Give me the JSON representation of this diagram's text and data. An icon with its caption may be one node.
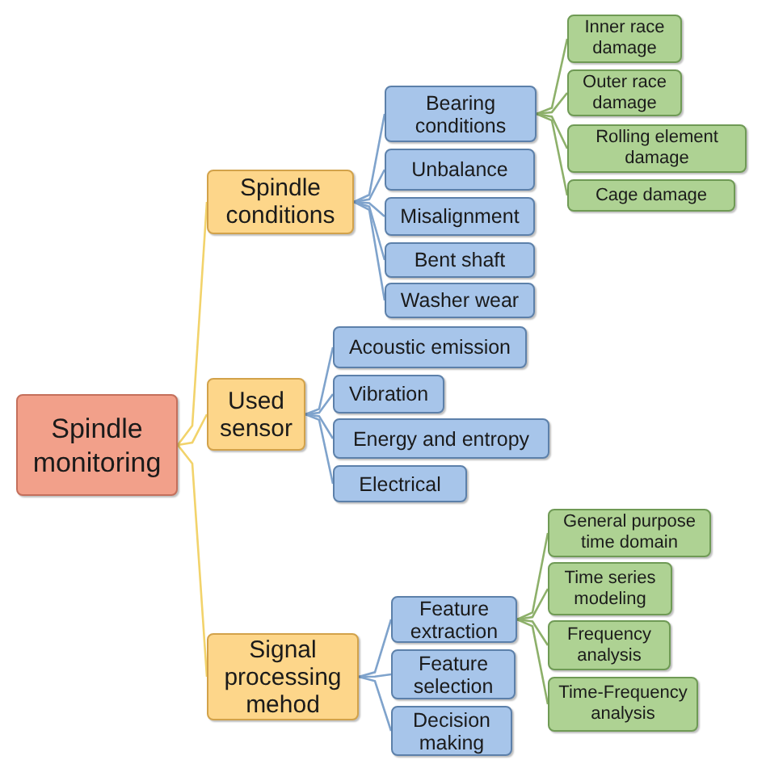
{
  "diagram": {
    "nodes": [
      {
        "text": [
          "Spindle monitoring"
        ]
      },
      {
        "text": [
          "Spindle conditions"
        ]
      },
      {
        "text": [
          "Used sensor"
        ]
      },
      {
        "text": [
          "Signal processing mehod"
        ]
      },
      {
        "text": [
          "Bearing conditions"
        ]
      },
      {
        "text": [
          "Unbalance"
        ]
      },
      {
        "text": [
          "Misalignment"
        ]
      },
      {
        "text": [
          "Bent shaft"
        ]
      },
      {
        "text": [
          "Washer wear"
        ]
      },
      {
        "text": [
          "Inner race damage"
        ]
      },
      {
        "text": [
          "Outer race damage"
        ]
      },
      {
        "text": [
          "Rolling element damage"
        ]
      },
      {
        "text": [
          "Cage damage"
        ]
      },
      {
        "text": [
          "Acoustic emission"
        ]
      },
      {
        "text": [
          "Vibration"
        ]
      },
      {
        "text": [
          "Energy and entropy"
        ]
      },
      {
        "text": [
          "Electrical"
        ]
      },
      {
        "text": [
          "Feature extraction"
        ]
      },
      {
        "text": [
          "Feature selection"
        ]
      },
      {
        "text": [
          "Decision making"
        ]
      },
      {
        "text": [
          "General purpose time domain"
        ]
      },
      {
        "text": [
          "Time series modeling"
        ]
      },
      {
        "text": [
          "Frequency analysis"
        ]
      },
      {
        "text": [
          "Time-Frequency analysis"
        ]
      }
    ],
    "edges": [
      {
        "from": 0,
        "to": 1,
        "arrow": "none",
        "color": "#f2d36b"
      },
      {
        "from": 0,
        "to": 2,
        "arrow": "none",
        "color": "#f2d36b"
      },
      {
        "from": 0,
        "to": 3,
        "arrow": "none",
        "color": "#f2d36b"
      },
      {
        "from": 1,
        "to": 4,
        "arrow": "none"
      },
      {
        "from": 1,
        "to": 5,
        "arrow": "none"
      },
      {
        "from": 1,
        "to": 6,
        "arrow": "none"
      },
      {
        "from": 1,
        "to": 7,
        "arrow": "none"
      },
      {
        "from": 1,
        "to": 8,
        "arrow": "none"
      },
      {
        "from": 4,
        "to": 9,
        "arrow": "none",
        "color": "#8db06a"
      },
      {
        "from": 4,
        "to": 10,
        "arrow": "none",
        "color": "#8db06a"
      },
      {
        "from": 4,
        "to": 11,
        "arrow": "none",
        "color": "#8db06a"
      },
      {
        "from": 4,
        "to": 12,
        "arrow": "none",
        "color": "#8db06a"
      },
      {
        "from": 2,
        "to": 13,
        "arrow": "none"
      },
      {
        "from": 2,
        "to": 14,
        "arrow": "none"
      },
      {
        "from": 2,
        "to": 15,
        "arrow": "none"
      },
      {
        "from": 2,
        "to": 16,
        "arrow": "none"
      },
      {
        "from": 3,
        "to": 17,
        "arrow": "none"
      },
      {
        "from": 3,
        "to": 18,
        "arrow": "none"
      },
      {
        "from": 3,
        "to": 19,
        "arrow": "none"
      },
      {
        "from": 17,
        "to": 20,
        "arrow": "none",
        "color": "#8db06a"
      },
      {
        "from": 17,
        "to": 21,
        "arrow": "none",
        "color": "#8db06a"
      },
      {
        "from": 17,
        "to": 22,
        "arrow": "none",
        "color": "#8db06a"
      },
      {
        "from": 17,
        "to": 23,
        "arrow": "none",
        "color": "#8db06a"
      }
    ]
  }
}
